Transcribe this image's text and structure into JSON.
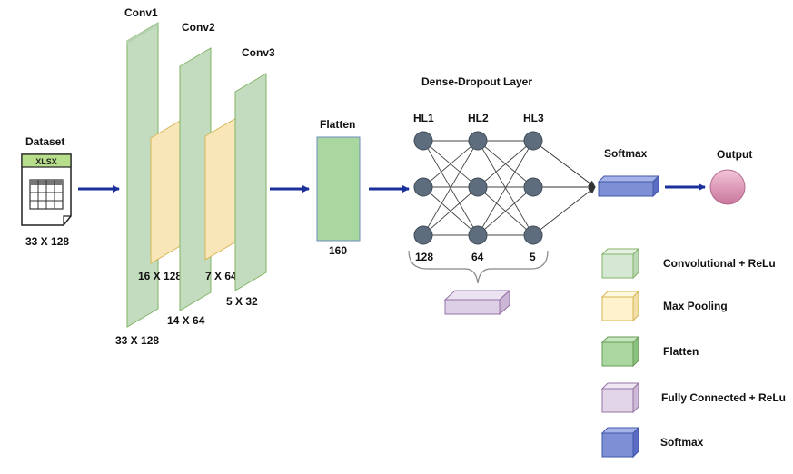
{
  "title": "Dense-Dropout Layer",
  "dataset": {
    "label": "Dataset",
    "file_tag": "XLSX",
    "shape": "33 X 128"
  },
  "conv_blocks": [
    {
      "name": "Conv1",
      "conv_shape": "33 X 128",
      "pool_shape": "16 X 128"
    },
    {
      "name": "Conv2",
      "conv_shape": "14 X 64",
      "pool_shape": "7 X 64"
    },
    {
      "name": "Conv3",
      "conv_shape": "5 X 32"
    }
  ],
  "flatten": {
    "label": "Flatten",
    "size": "160"
  },
  "hidden_layers": [
    {
      "name": "HL1",
      "units": "128"
    },
    {
      "name": "HL2",
      "units": "64"
    },
    {
      "name": "HL3",
      "units": "5"
    }
  ],
  "softmax": {
    "label": "Softmax"
  },
  "output": {
    "label": "Output"
  },
  "legend": [
    {
      "label": "Convolutional + ReLu",
      "color": "#d5e8d4",
      "stroke": "#82b366"
    },
    {
      "label": "Max Pooling",
      "color": "#fff2cc",
      "stroke": "#d6b656"
    },
    {
      "label": "Flatten",
      "color": "#a9d79f",
      "stroke": "#6a9b57"
    },
    {
      "label": "Fully Connected + ReLu",
      "color": "#e1d5e7",
      "stroke": "#9673a6"
    },
    {
      "label": "Softmax",
      "color": "#7e8fd6",
      "stroke": "#4257a8"
    }
  ],
  "colors": {
    "arrow": "#1a2f9a",
    "node": "#5d6d7e",
    "output": "#d98fb0"
  }
}
